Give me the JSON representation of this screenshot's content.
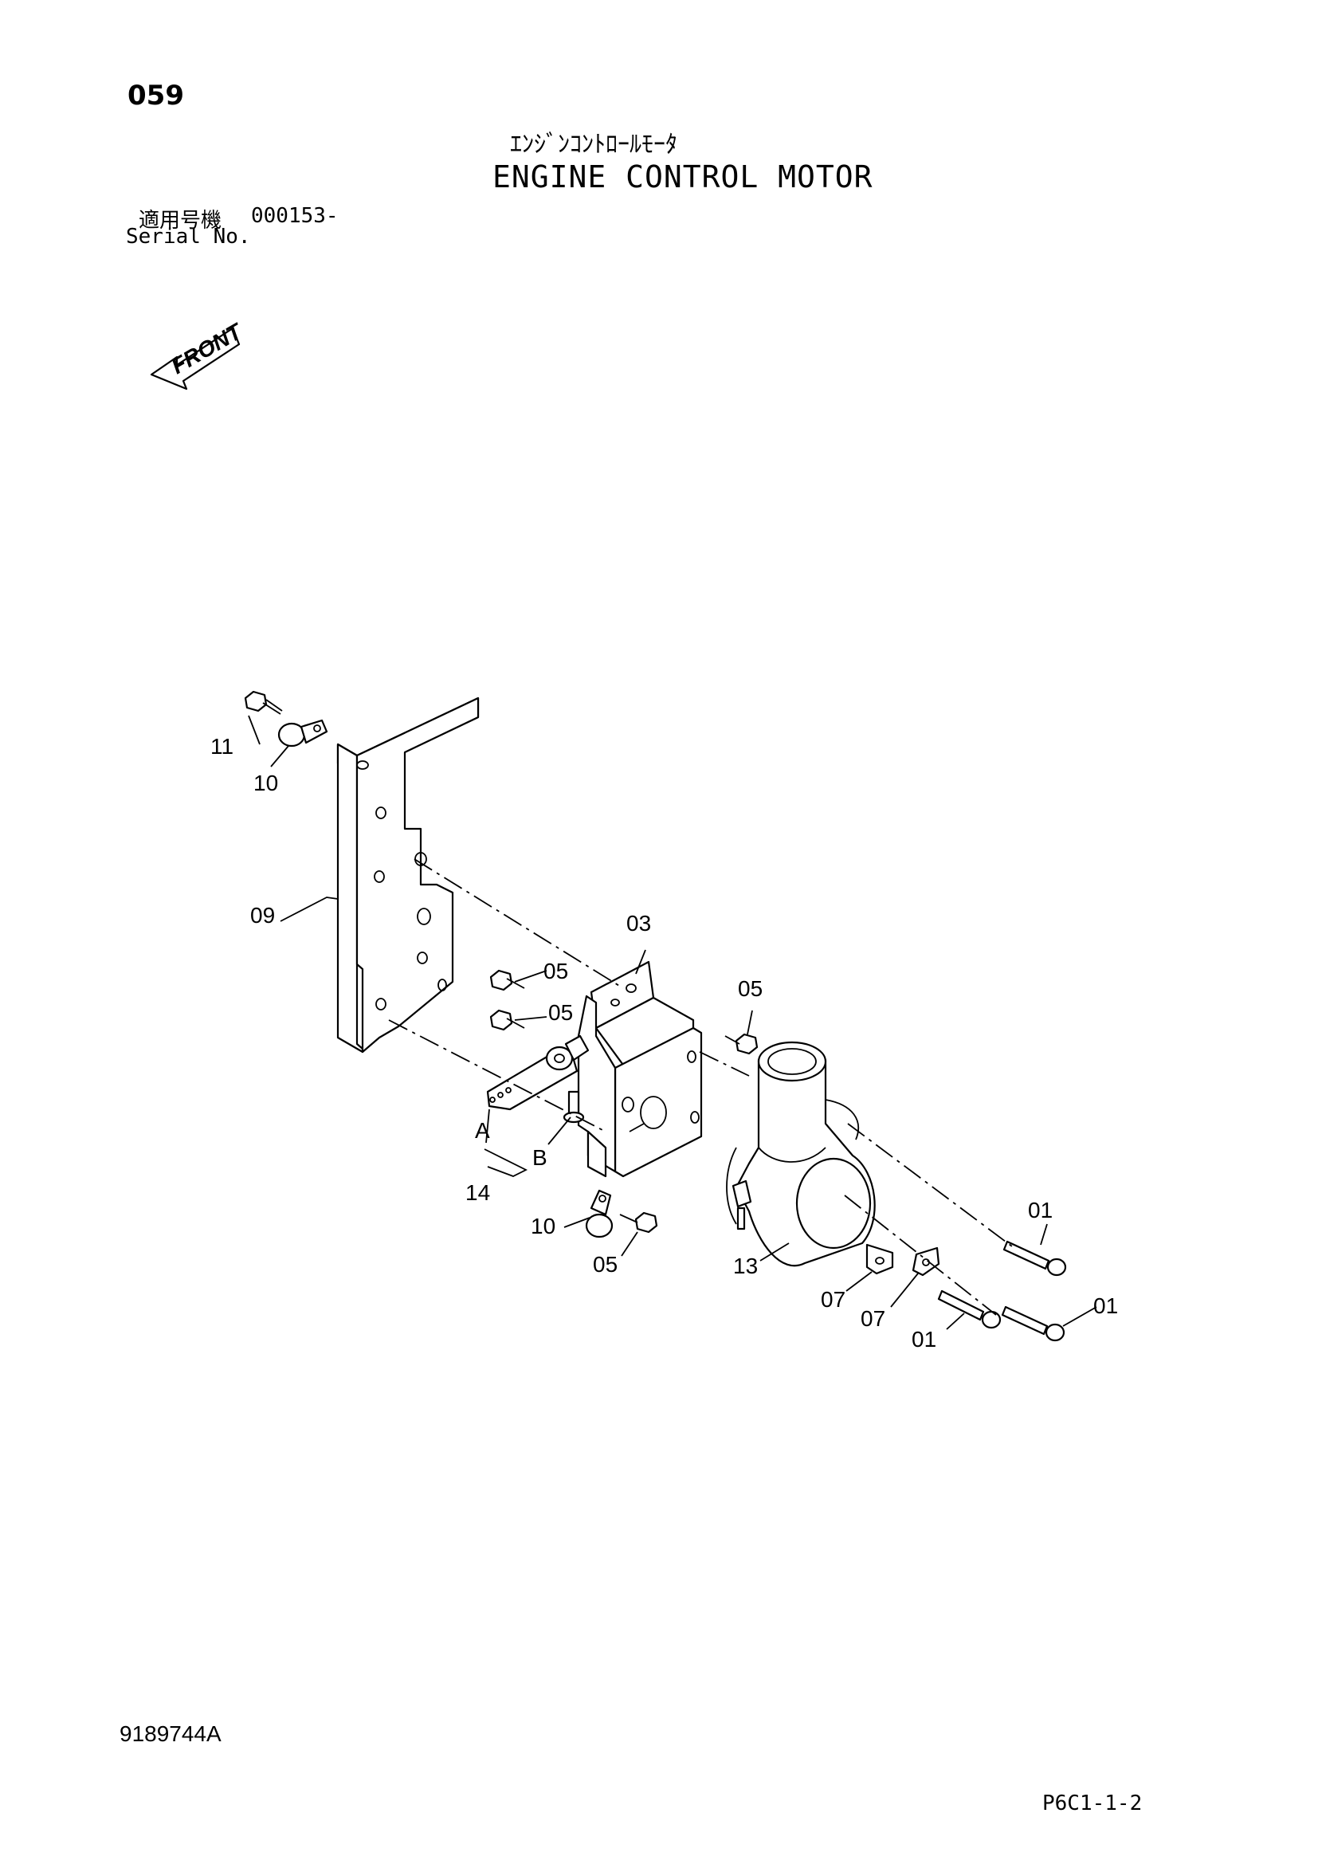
{
  "header": {
    "page_number": "059",
    "title_jp": "ｴﾝｼﾞﾝｺﾝﾄﾛｰﾙﾓｰﾀ",
    "title_en": "ENGINE CONTROL MOTOR"
  },
  "serial": {
    "label_jp": "適用号機",
    "value": "000153-",
    "label_en": "Serial No."
  },
  "front_arrow": {
    "label": "FRONT"
  },
  "callouts": {
    "c11": "11",
    "c10_top": "10",
    "c09": "09",
    "c03": "03",
    "c05_a": "05",
    "c05_b": "05",
    "c05_c": "05",
    "c05_d": "05",
    "c_A": "A",
    "c_B": "B",
    "c14": "14",
    "c10_bottom": "10",
    "c13": "13",
    "c01_a": "01",
    "c01_b": "01",
    "c01_c": "01",
    "c07_a": "07",
    "c07_b": "07"
  },
  "footer": {
    "doc_number": "9189744A",
    "page_code": "P6C1-1-2"
  }
}
